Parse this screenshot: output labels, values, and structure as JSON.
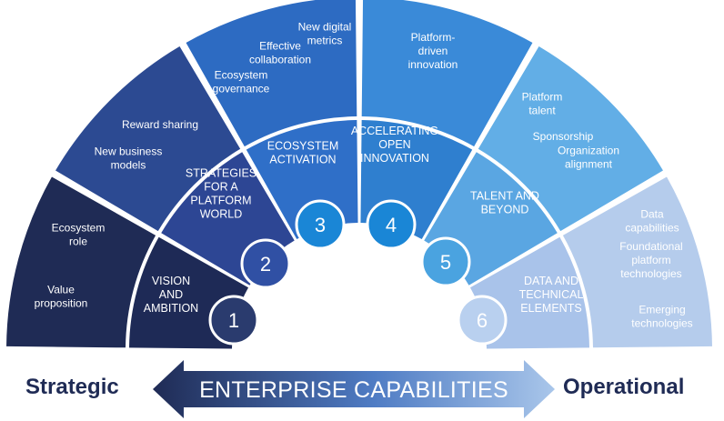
{
  "segments": [
    {
      "num": "1",
      "outer_color": "#1f2b55",
      "inner_color": "#1e2a56",
      "circle_color": "#2a3b6e",
      "inner_label": [
        "VISION",
        "AND",
        "AMBITION"
      ],
      "outer_items": [
        [
          "Ecosystem",
          "role"
        ],
        [
          "Value",
          "proposition"
        ]
      ]
    },
    {
      "num": "2",
      "outer_color": "#2c4a92",
      "inner_color": "#2d4694",
      "circle_color": "#3050a4",
      "inner_label": [
        "STRATEGIES",
        "FOR A",
        "PLATFORM",
        "WORLD"
      ],
      "outer_items": [
        [
          "Reward sharing"
        ],
        [
          "New business",
          "models"
        ]
      ]
    },
    {
      "num": "3",
      "outer_color": "#2d6bc2",
      "inner_color": "#2f6fc8",
      "circle_color": "#1a86d6",
      "inner_label": [
        "ECOSYSTEM",
        "ACTIVATION"
      ],
      "outer_items": [
        [
          "New digital",
          "metrics"
        ],
        [
          "Effective",
          "collaboration"
        ],
        [
          "Ecosystem",
          "governance"
        ]
      ]
    },
    {
      "num": "4",
      "outer_color": "#3a8ad8",
      "inner_color": "#2f7fcf",
      "circle_color": "#1a86d6",
      "inner_label": [
        "ACCELERATING",
        "OPEN",
        "INNOVATION"
      ],
      "outer_items": [
        [
          "Platform-",
          "driven",
          "innovation"
        ]
      ]
    },
    {
      "num": "5",
      "outer_color": "#62aee6",
      "inner_color": "#5aa6e2",
      "circle_color": "#4aa3e0",
      "inner_label": [
        "TALENT  AND",
        "BEYOND"
      ],
      "outer_items": [
        [
          "Platform",
          "talent"
        ],
        [
          "Sponsorship"
        ],
        [
          "Organization",
          "alignment"
        ]
      ]
    },
    {
      "num": "6",
      "outer_color": "#b5ccec",
      "inner_color": "#a9c3ea",
      "circle_color": "#b9d0ef",
      "inner_label": [
        "DATA AND",
        "TECHNICAL",
        "ELEMENTS"
      ],
      "outer_items": [
        [
          "Data",
          "capabilities"
        ],
        [
          "Foundational",
          "platform",
          "technologies"
        ],
        [
          "Emerging",
          "technologies"
        ]
      ]
    }
  ],
  "bottom": {
    "left": "Strategic",
    "center": "ENTERPRISE CAPABILITIES",
    "right": "Operational"
  }
}
